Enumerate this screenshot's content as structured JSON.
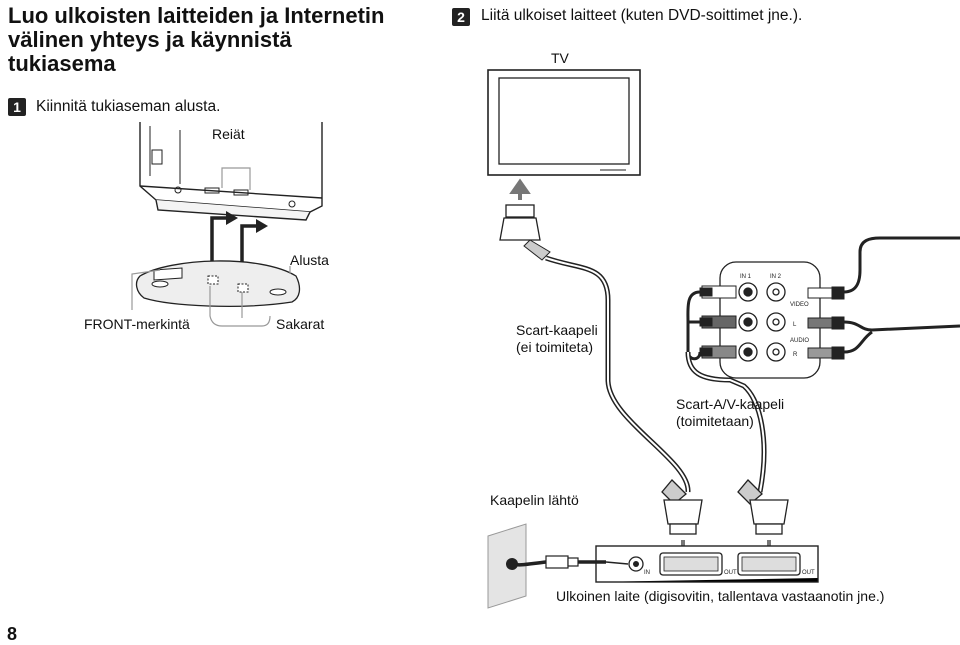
{
  "heading": {
    "line1": "Luo ulkoisten laitteiden ja Internetin",
    "line2": "välinen yhteys ja käynnistä",
    "line3": "tukiasema"
  },
  "step1": {
    "number": "1",
    "text": "Kiinnitä tukiaseman alusta."
  },
  "step2": {
    "number": "2",
    "text": "Liitä ulkoiset laitteet (kuten DVD-soittimet jne.)."
  },
  "labels": {
    "reiat": "Reiät",
    "alusta": "Alusta",
    "front": "FRONT-merkintä",
    "sakarat": "Sakarat",
    "tv": "TV",
    "scart_line1": "Scart-kaapeli",
    "scart_line2": "(ei toimiteta)",
    "scart_av_line1": "Scart-A/V-kaapeli",
    "scart_av_line2": "(toimitetaan)",
    "kaapelin_lahto": "Kaapelin lähtö",
    "external_device": "Ulkoinen laite (digisovitin, tallentava vastaanotin jne.)"
  },
  "panel_labels": {
    "in1": "IN 1",
    "in2": "IN 2",
    "video": "VIDEO",
    "l": "L",
    "audio": "AUDIO",
    "r": "R"
  },
  "device_labels": {
    "in": "IN",
    "out1": "OUT",
    "out2": "OUT"
  },
  "page_number": "8"
}
